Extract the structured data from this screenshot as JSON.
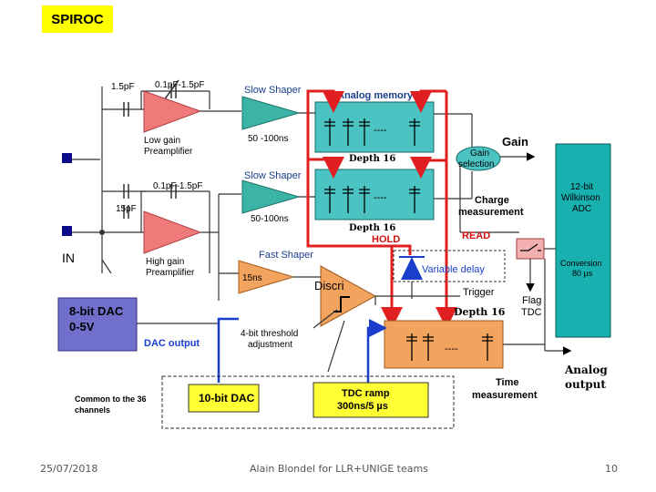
{
  "slide": {
    "title": "SPIROC",
    "footer_date": "25/07/2018",
    "footer_center": "Alain Blondel for LLR+UNIGE teams",
    "footer_page": "10"
  },
  "diagram": {
    "cap_top": "1.5pF",
    "cap_top_var": "0.1pF-1.5pF",
    "cap_mid_var": "0.1pF-1.5pF",
    "cap_mid": "15pF",
    "input_label": "IN",
    "low_gain_line1": "Low gain",
    "low_gain_line2": "Preamplifier",
    "high_gain_line1": "High gain",
    "high_gain_line2": "Preamplifier",
    "slow_shaper_top": "Slow Shaper",
    "slow_shaper_top_time": "50 -100ns",
    "slow_shaper_bot": "Slow Shaper",
    "slow_shaper_bot_time": "50-100ns",
    "fast_shaper": "Fast Shaper",
    "fast_shaper_time": "15ns",
    "analog_memory": "Analog memory",
    "depth_top": "Depth 16",
    "depth_bot": "Depth 16",
    "dashes": "----",
    "hold": "HOLD",
    "read": "READ",
    "gain_selection_line1": "Gain",
    "gain_selection_line2": "selection",
    "gain": "Gain",
    "charge_measurement_line1": "Charge",
    "charge_measurement_line2": "measurement",
    "adc_line1": "12-bit",
    "adc_line2": "Wilkinson",
    "adc_line3": "ADC",
    "adc_conversion_line1": "Conversion",
    "adc_conversion_line2": "80 µs",
    "variable_delay": "Variable delay",
    "trigger": "Trigger",
    "discri": "Discri",
    "depth_tdc": "Depth 16",
    "flag_tdc_line1": "Flag",
    "flag_tdc_line2": "TDC",
    "dac8_line1": "8-bit DAC",
    "dac8_line2": "0-5V",
    "dac_output": "DAC output",
    "threshold_line1": "4-bit threshold",
    "threshold_line2": "adjustment",
    "dac10": "10-bit DAC",
    "tdc_ramp_line1": "TDC ramp",
    "tdc_ramp_line2": "300ns/5 µs",
    "common_line1": "Common to the 36",
    "common_line2": "channels",
    "time_measurement_line1": "Time",
    "time_measurement_line2": "measurement",
    "analog_output_line1": "Analog",
    "analog_output_line2": "output"
  },
  "colors": {
    "title_bg": "#ffff00",
    "preamp": "#f07a7a",
    "shaper": "#3bb3a6",
    "memory": "#4cc3c3",
    "fast_shaper": "#f2a35e",
    "tdc_mem": "#f2a35e",
    "adc": "#19b0b0",
    "dac8": "#7070cc",
    "yellow_box": "#ffff33",
    "red_line": "#e02020",
    "blue_line": "#1a3fcc",
    "text_blue": "#1a3fcc",
    "text_red": "#d01010"
  }
}
